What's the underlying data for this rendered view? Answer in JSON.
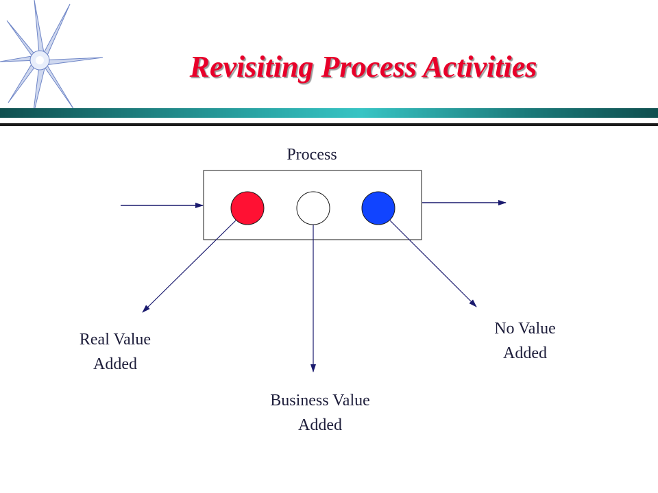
{
  "title": "Revisiting Process Activities",
  "diagram": {
    "process_label": "Process",
    "activities": [
      {
        "label_line1": "Real Value",
        "label_line2": "Added",
        "color": "#ff1133"
      },
      {
        "label_line1": "Business Value",
        "label_line2": "Added",
        "color": "#ffffff"
      },
      {
        "label_line1": "No Value",
        "label_line2": "Added",
        "color": "#1144ff"
      }
    ]
  },
  "colors": {
    "title": "#e8002a",
    "arrows": "#1a1a6e",
    "divider": "#2aa7a7"
  }
}
